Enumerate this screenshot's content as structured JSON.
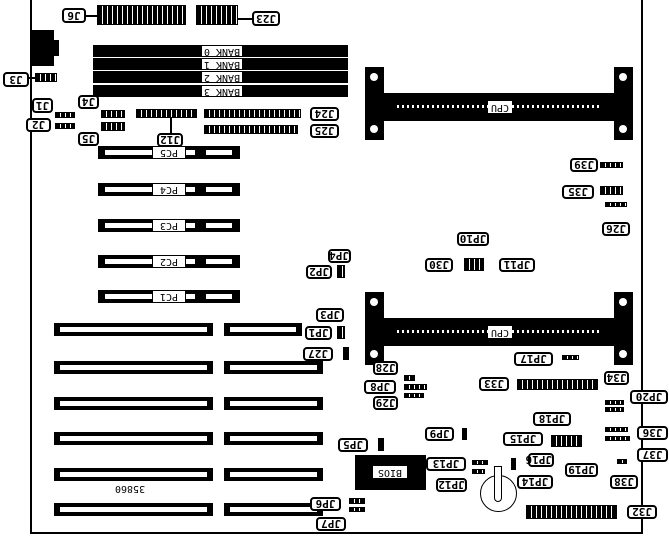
{
  "board": {
    "model_text": "35860",
    "memory_banks": [
      "BANK 0",
      "BANK 1",
      "BANK 2",
      "BANK 3"
    ],
    "pci_slots": [
      "PC5",
      "PC4",
      "PC3",
      "PC2",
      "PC1"
    ],
    "cpu_sockets": [
      "CPU",
      "CPU"
    ],
    "bios_label": "BIOS"
  },
  "labels": {
    "J6": "J6",
    "J23": "J23",
    "J3": "J3",
    "J1": "J1",
    "J2": "J2",
    "J4": "J4",
    "J5": "J5",
    "J12": "J12",
    "J24": "J24",
    "J25": "J25",
    "J39": "J39",
    "J35": "J35",
    "J26": "J26",
    "JP10": "JP10",
    "J30": "J30",
    "JP11": "JP11",
    "JP4": "JP4",
    "JP2": "JP2",
    "JP3": "JP3",
    "JP1": "JP1",
    "J27": "J27",
    "J28": "J28",
    "JP8": "JP8",
    "J29": "J29",
    "JP17": "JP17",
    "J33": "J33",
    "J34": "J34",
    "JP20": "JP20",
    "JP9": "JP9",
    "JP5": "JP5",
    "JP13": "JP13",
    "JP12": "JP12",
    "JP18": "JP18",
    "JP15": "JP15",
    "JP16": "JP16",
    "JP19": "JP19",
    "J36": "J36",
    "J37": "J37",
    "J38": "J38",
    "JP14": "JP14",
    "J32": "J32",
    "JP6": "JP6",
    "JP7": "JP7"
  }
}
